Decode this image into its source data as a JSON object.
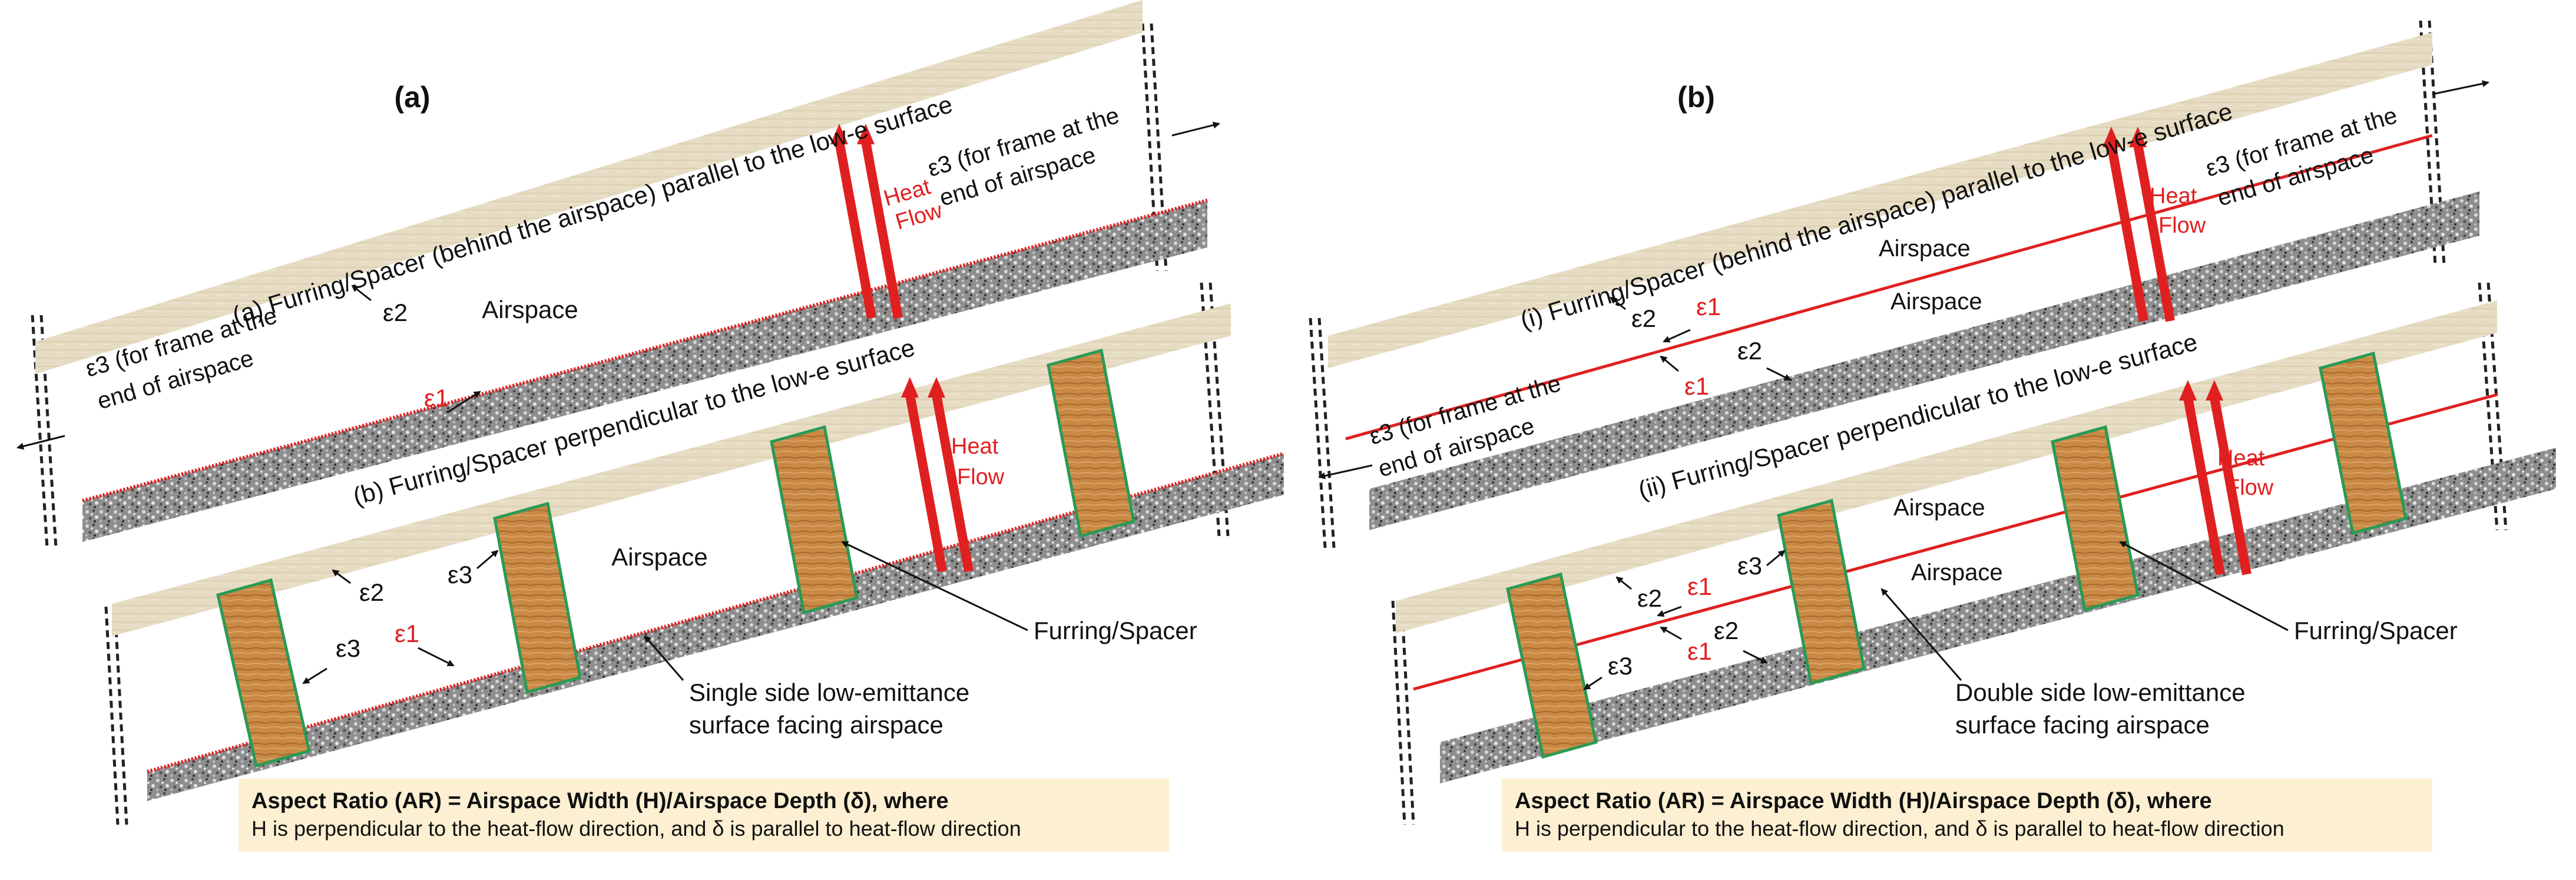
{
  "panels": {
    "a": {
      "title": "(a)",
      "top_layer_label": "(a) Furring/Spacer (behind the airspace) parallel to the low-e surface",
      "bottom_layer_label": "(b) Furring/Spacer perpendicular to the low-e surface",
      "airspace_top": "Airspace",
      "airspace_bottom": "Airspace",
      "heat_top": "Heat",
      "flow_top": "Flow",
      "heat_bottom": "Heat",
      "flow_bottom": "Flow",
      "e3_top_l1": "ε3 (for frame at the",
      "e3_top_l2": "end of airspace",
      "e3_left_l1": "ε3 (for frame at the",
      "e3_left_l2": "end of airspace",
      "e1_top": "ε1",
      "e2_top": "ε2",
      "e2_bottom": "ε2",
      "e1_bottom": "ε1",
      "e3_b1": "ε3",
      "e3_b2": "ε3",
      "furring_label": "Furring/Spacer",
      "surface_l1": "Single side low-emittance",
      "surface_l2": "surface facing airspace",
      "caption_l1": "Aspect Ratio (AR) = Airspace Width (H)/Airspace Depth (δ), where",
      "caption_l2": "H is perpendicular to the heat-flow direction, and δ is parallel to heat-flow direction"
    },
    "b": {
      "title": "(b)",
      "top_layer_label": "(i) Furring/Spacer (behind the airspace) parallel to the low-e surface",
      "bottom_layer_label": "(ii) Furring/Spacer perpendicular to the low-e surface",
      "airspace_1": "Airspace",
      "airspace_2": "Airspace",
      "airspace_3": "Airspace",
      "airspace_4": "Airspace",
      "heat_top": "Heat",
      "flow_top": "Flow",
      "heat_bottom": "Heat",
      "flow_bottom": "Flow",
      "e3_top_l1": "ε3 (for frame at the",
      "e3_top_l2": "end of airspace",
      "e3_left_l1": "ε3 (for frame at the",
      "e3_left_l2": "end of airspace",
      "e2_t1": "ε2",
      "e1_t1": "ε1",
      "e1_t2": "ε1",
      "e2_t2": "ε2",
      "e2_b1": "ε2",
      "e1_b1": "ε1",
      "e1_b2": "ε1",
      "e2_b2": "ε2",
      "e3_b1": "ε3",
      "e3_b2": "ε3",
      "furring_label": "Furring/Spacer",
      "surface_l1": "Double side low-emittance",
      "surface_l2": "surface facing airspace",
      "caption_l1": "Aspect Ratio (AR) = Airspace Width (H)/Airspace Depth (δ), where",
      "caption_l2": "H is perpendicular to the heat-flow direction, and δ is parallel to heat-flow direction"
    }
  },
  "colors": {
    "furring": "#e6dcc3",
    "concrete": "#9a9a9a",
    "low_e": "#e02020",
    "wood": "#c98a45",
    "wood_edge": "#2a9a55",
    "caption_bg": "#fdf0d2",
    "text": "#111111"
  }
}
